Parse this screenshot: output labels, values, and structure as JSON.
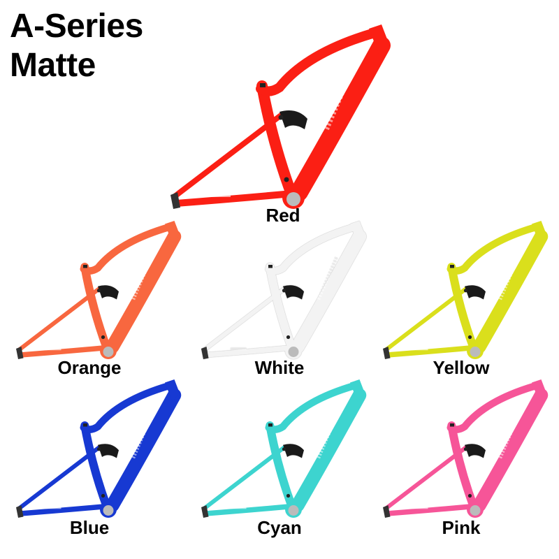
{
  "title": {
    "line1": "A-Series",
    "line2": "Matte"
  },
  "variants": [
    {
      "name": "Red",
      "color": "#fb1f14"
    },
    {
      "name": "Orange",
      "color": "#f8673f"
    },
    {
      "name": "White",
      "color": "#f3f3f3"
    },
    {
      "name": "Yellow",
      "color": "#dadf1c"
    },
    {
      "name": "Blue",
      "color": "#1739d2"
    },
    {
      "name": "Cyan",
      "color": "#3dd4cf"
    },
    {
      "name": "Pink",
      "color": "#f65598"
    }
  ]
}
